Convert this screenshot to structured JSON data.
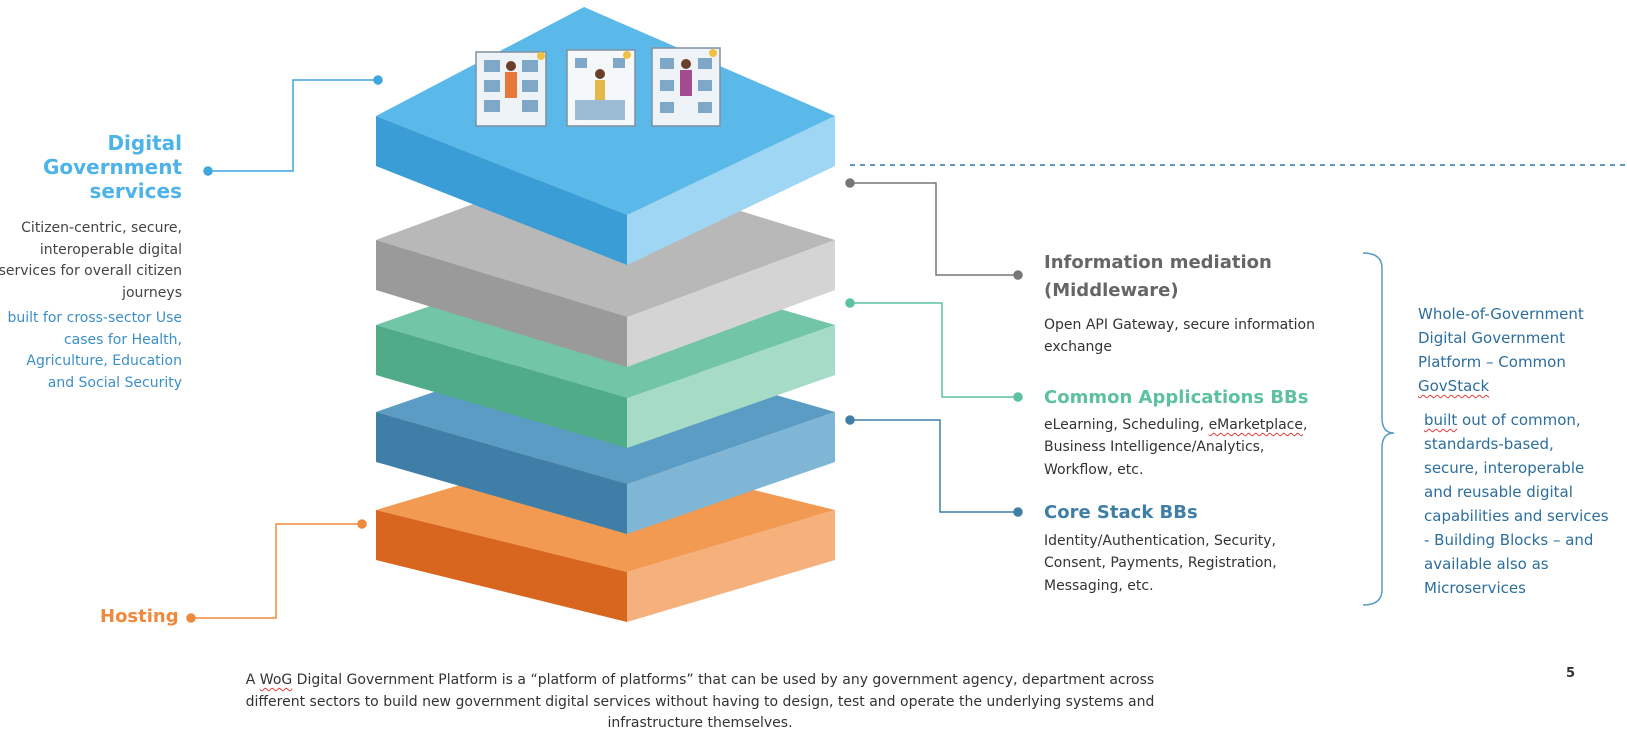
{
  "left": {
    "digital_title": "Digital Government services",
    "digital_desc_1": "Citizen-centric, secure, interoperable digital services for overall citizen journeys",
    "digital_desc_2": "built for cross-sector Use cases for Health, Agriculture, Education and Social Security",
    "hosting": "Hosting"
  },
  "layers": {
    "middleware": {
      "title_1": "Information mediation",
      "title_2": "(Middleware)",
      "desc_1": "Open API Gateway, secure information",
      "desc_2": "exchange"
    },
    "common": {
      "title": "Common Applications BBs",
      "desc_1_a": "eLearning, Scheduling, ",
      "desc_1_b": "eMarketplace",
      "desc_1_c": ",",
      "desc_2": "Business Intelligence/Analytics,",
      "desc_3": "Workflow, etc."
    },
    "core": {
      "title": "Core Stack BBs",
      "desc_1": "Identity/Authentication, Security,",
      "desc_2": "Consent, Payments, Registration,",
      "desc_3": "Messaging, etc."
    }
  },
  "platform": {
    "title_1": "Whole-of-Government",
    "title_2": "Digital Government",
    "title_3": "Platform –  Common",
    "title_4": "GovStack",
    "desc_1_a": "built",
    "desc_1_b": " out of common,",
    "desc_2": "standards-based,",
    "desc_3": "secure, interoperable",
    "desc_4": "and reusable digital",
    "desc_5": "capabilities and services",
    "desc_6": "- Building Blocks – and",
    "desc_7": "available also as",
    "desc_8": "Microservices"
  },
  "footer": {
    "caption_1_a": "A ",
    "caption_1_b": "WoG",
    "caption_1_c": " Digital Government Platform is a “platform of platforms” that can be used by any government agency, department across",
    "caption_2": "different sectors to build new government digital services without having to design, test and operate the underlying systems and",
    "caption_3": "infrastructure themselves.",
    "page_number": "5"
  },
  "colors": {
    "services": "#5bbbec",
    "middleware": "#b8b8b8",
    "common": "#7fcfb2",
    "core": "#4f95be",
    "hosting": "#ef8a3c"
  }
}
